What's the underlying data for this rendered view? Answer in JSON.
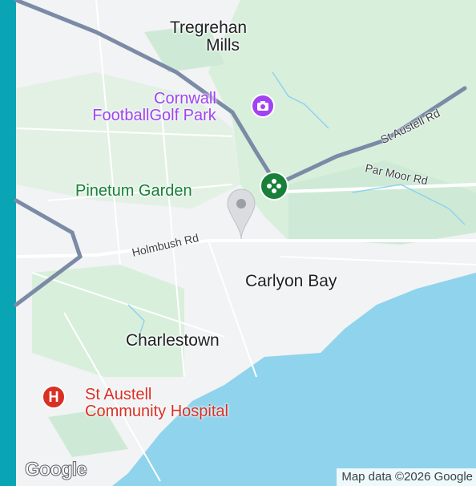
{
  "map": {
    "places": {
      "tregrehan_line1": "Tregrehan",
      "tregrehan_line2": "Mills",
      "carlyon_bay": "Carlyon Bay",
      "charlestown": "Charlestown"
    },
    "pois": {
      "football_golf_line1": "Cornwall",
      "football_golf_line2": "FootballGolf Park",
      "pinetum": "Pinetum Garden",
      "hospital_line1": "St Austell",
      "hospital_line2": "Community Hospital"
    },
    "roads": {
      "st_austell_rd": "St Austell Rd",
      "par_moor_rd": "Par Moor Rd",
      "holmbush_rd": "Holmbush Rd"
    },
    "attribution": "Map data ©2026 Google",
    "logo": "Google",
    "colors": {
      "land": "#f1f3f4",
      "green": "#ceead6",
      "water": "#8fd3ec",
      "highway": "#7b8ba6",
      "poi_purple": "#a142f4",
      "poi_green": "#188038",
      "hospital": "#d93025",
      "frame": "#0aa5b4"
    },
    "icons": {
      "football_golf": "camera-icon",
      "pinetum": "flower-icon",
      "hospital": "hospital-icon",
      "pin": "location-pin-icon"
    }
  }
}
